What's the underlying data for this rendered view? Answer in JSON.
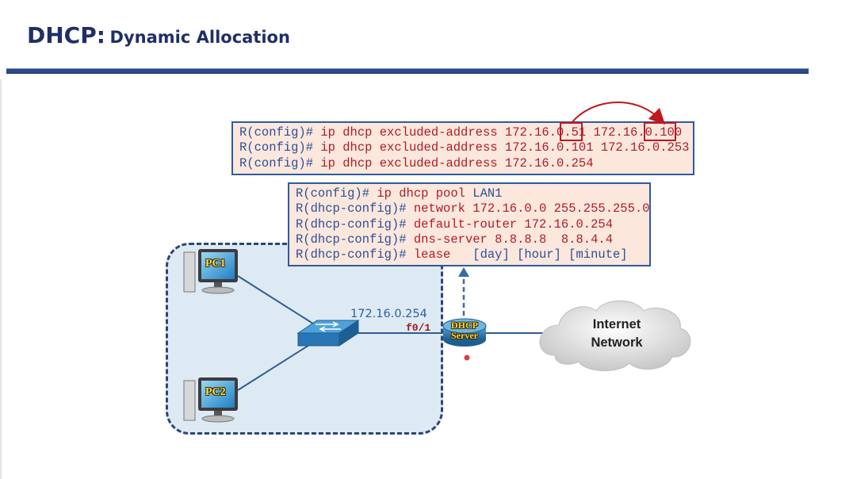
{
  "title": {
    "main": "DHCP:",
    "sub": "Dynamic Allocation"
  },
  "excluded_config": [
    {
      "prompt": "R(config)#",
      "command": "ip dhcp excluded-address",
      "args_a": "172.16.0",
      "args_b": ".51",
      "args_c": " 172.16.0",
      "args_d": ".100"
    },
    {
      "prompt": "R(config)#",
      "command": "ip dhcp excluded-address",
      "args": "172.16.0.101 172.16.0.253"
    },
    {
      "prompt": "R(config)#",
      "command": "ip dhcp excluded-address",
      "args": "172.16.0.254"
    }
  ],
  "pool_config": [
    {
      "prompt": "R(config)#",
      "command": "ip dhcp pool",
      "args": "LAN1"
    },
    {
      "prompt": "R(dhcp-config)#",
      "command": "network",
      "args": "172.16.0.0 255.255.255.0"
    },
    {
      "prompt": "R(dhcp-config)#",
      "command": "default-router",
      "args": "172.16.0.254"
    },
    {
      "prompt": "R(dhcp-config)#",
      "command": "dns-server",
      "args": "8.8.8.8  8.8.4.4"
    },
    {
      "prompt": "R(dhcp-config)#",
      "command": "lease",
      "args": "[day] [hour] [minute]"
    }
  ],
  "devices": {
    "pc1": "PC1",
    "pc2": "PC2",
    "router_line1": "DHCP",
    "router_line2": "Server",
    "gateway_ip": "172.16.0.254",
    "router_port": "f0/1",
    "cloud_line1": "Internet",
    "cloud_line2": "Network"
  },
  "colors": {
    "title": "#1f2f66",
    "prompt": "#2c4f9a",
    "command": "#b01c2a",
    "box_bg": "#fbe7dc",
    "box_border": "#2f5b9f",
    "lan_bg": "#ddeaf3"
  }
}
